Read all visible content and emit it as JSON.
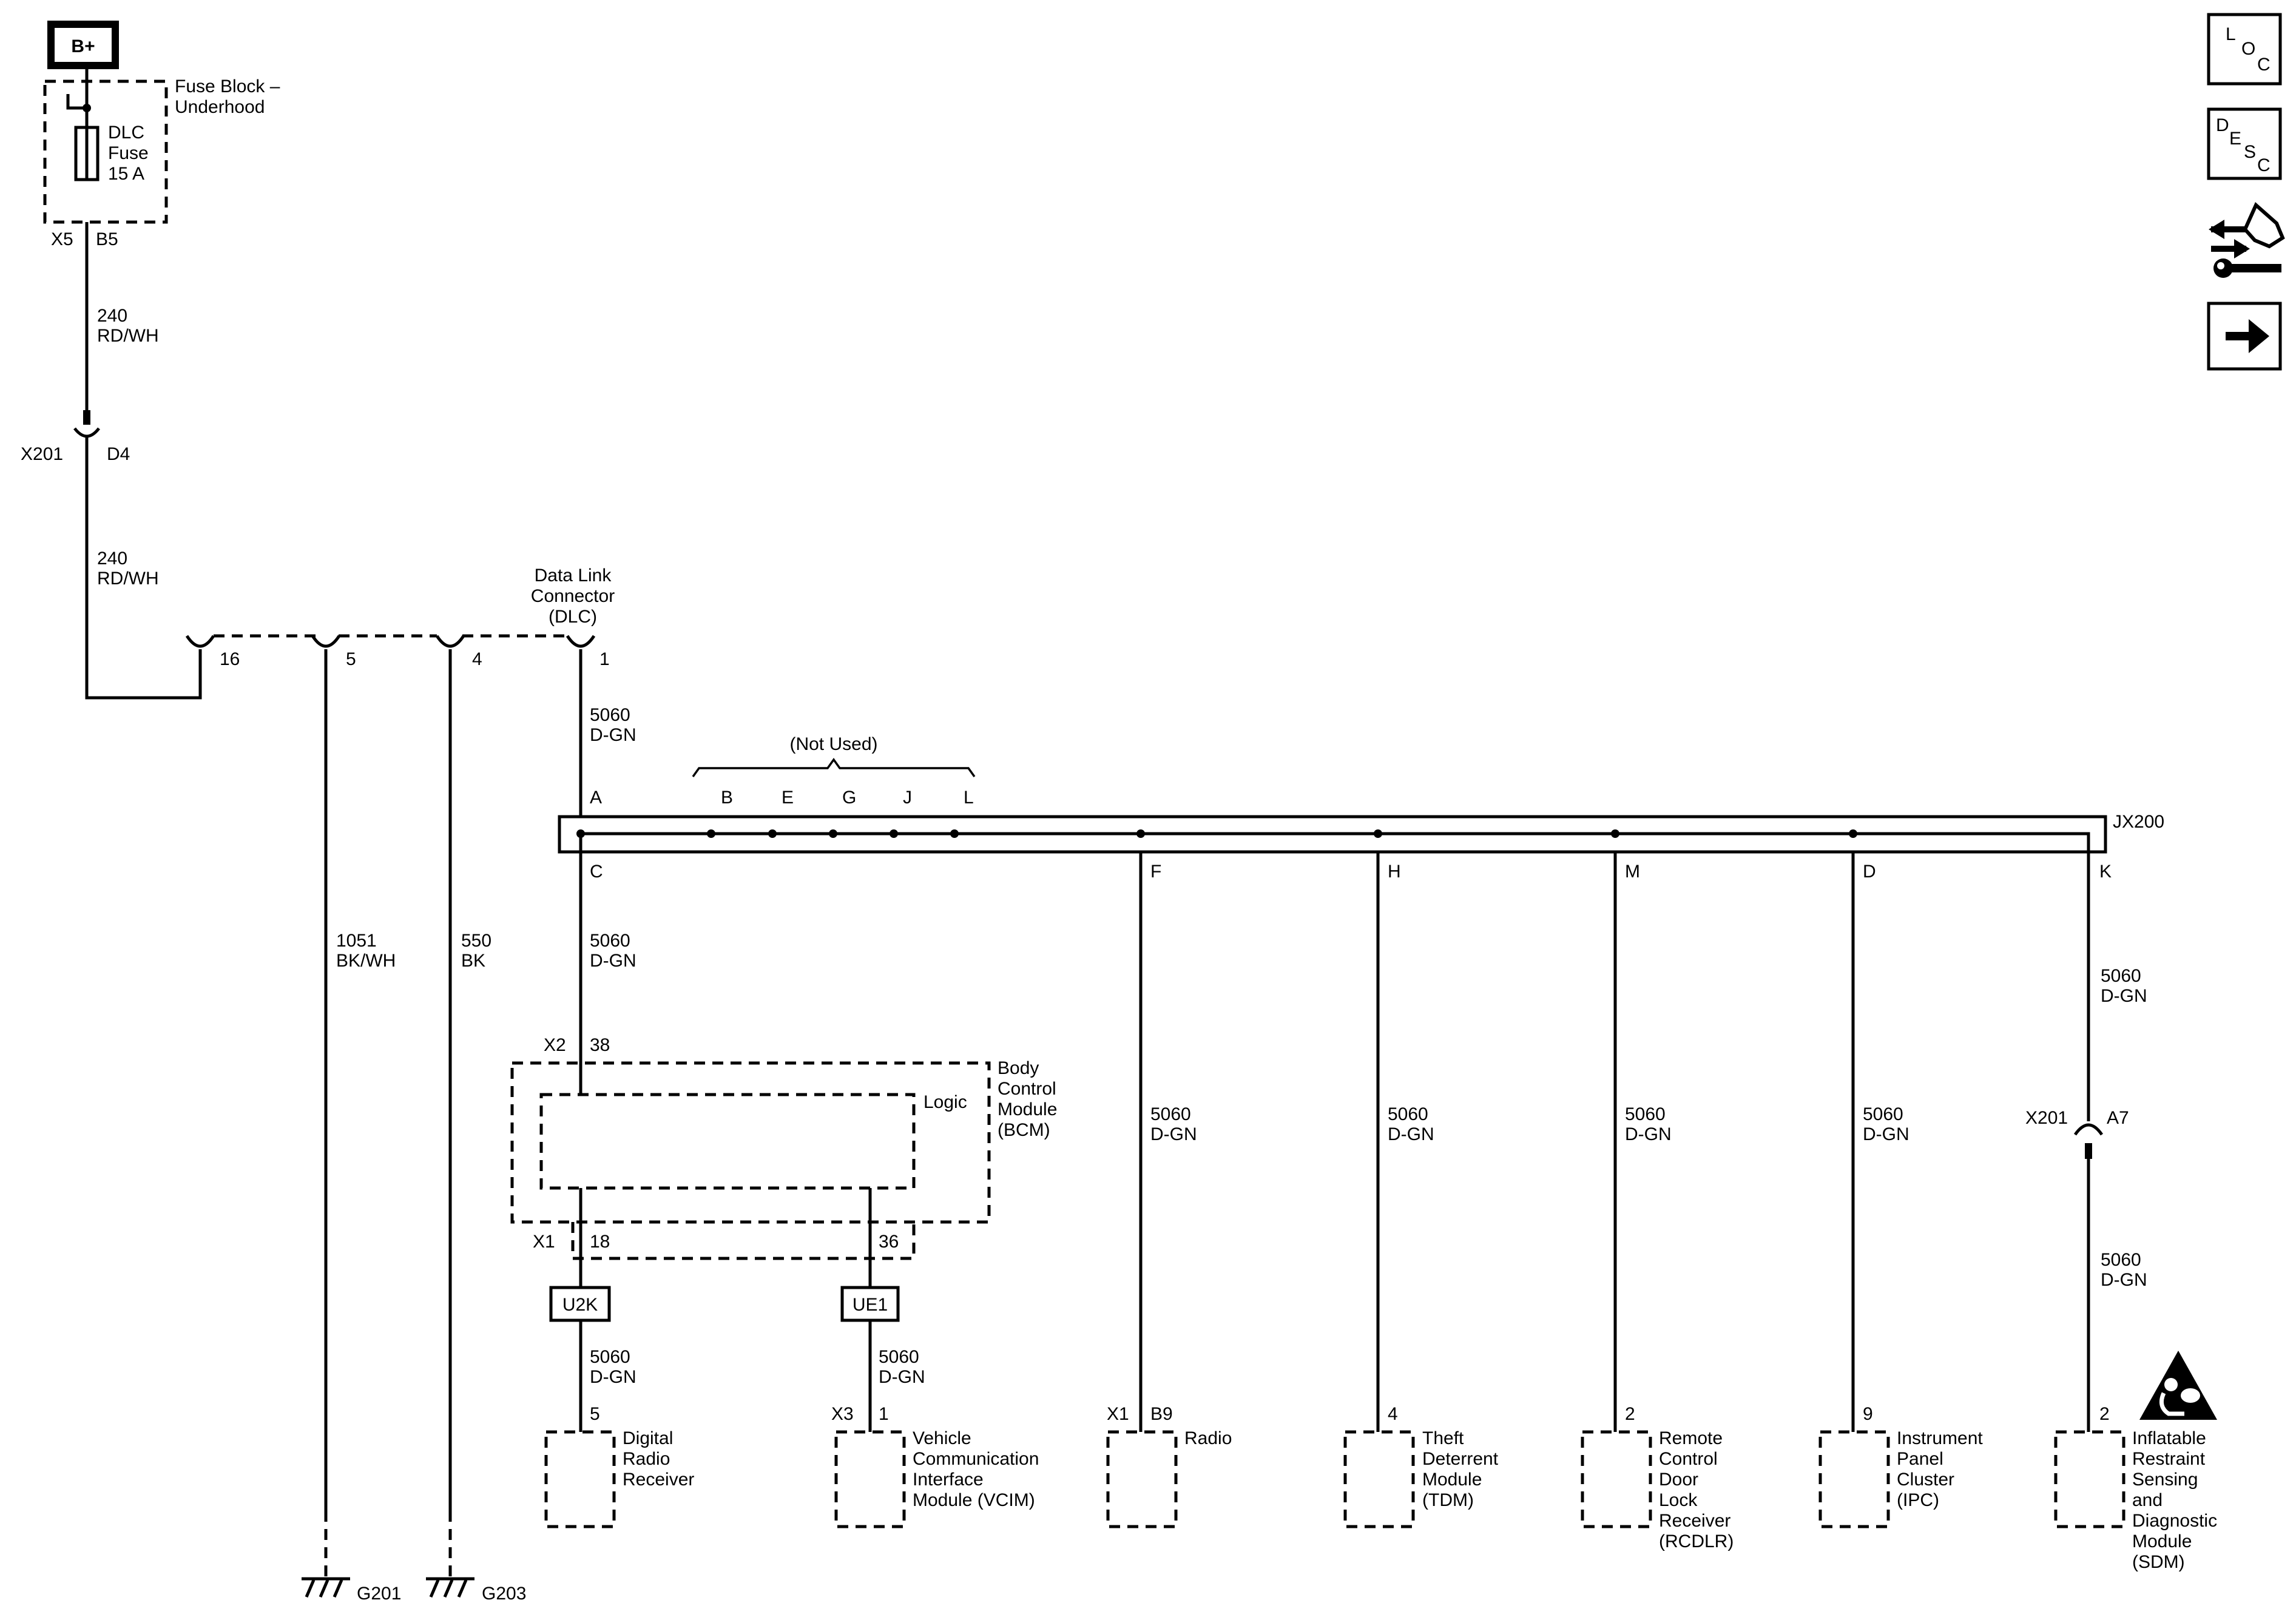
{
  "power": {
    "label": "B+"
  },
  "fuse_block": {
    "name": [
      "Fuse Block –",
      "Underhood"
    ],
    "fuse": [
      "DLC",
      "Fuse",
      "15 A"
    ],
    "conn": "X5",
    "pin": "B5"
  },
  "wire_240_top": [
    "240",
    "RD/WH"
  ],
  "x201_upper": {
    "conn": "X201",
    "pin": "D4"
  },
  "wire_240_bottom": [
    "240",
    "RD/WH"
  ],
  "dlc": {
    "name": [
      "Data Link",
      "Connector",
      "(DLC)"
    ],
    "pins": [
      "16",
      "5",
      "4",
      "1"
    ]
  },
  "wire_5060_dlc": [
    "5060",
    "D-GN"
  ],
  "not_used": "(Not Used)",
  "splice": {
    "name": "JX200",
    "top_pins": [
      "A",
      "B",
      "E",
      "G",
      "J",
      "L"
    ],
    "bottom_pins": [
      "C",
      "F",
      "H",
      "M",
      "D",
      "K"
    ]
  },
  "ground_wires": [
    {
      "number": "1051",
      "color": "BK/WH",
      "ground": "G201"
    },
    {
      "number": "550",
      "color": "BK",
      "ground": "G203"
    }
  ],
  "wire_5060_c": [
    "5060",
    "D-GN"
  ],
  "bcm": {
    "name": [
      "Body",
      "Control",
      "Module",
      "(BCM)"
    ],
    "logic": "Logic",
    "conn_in": "X2",
    "pin_in": "38",
    "conn_out": "X1",
    "pin_out_a": "18",
    "pin_out_b": "36"
  },
  "options": [
    "U2K",
    "UE1"
  ],
  "wire_5060_u2k": [
    "5060",
    "D-GN"
  ],
  "wire_5060_ue1": [
    "5060",
    "D-GN"
  ],
  "branch_wires": [
    [
      "5060",
      "D-GN"
    ],
    [
      "5060",
      "D-GN"
    ],
    [
      "5060",
      "D-GN"
    ],
    [
      "5060",
      "D-GN"
    ]
  ],
  "wire_5060_k_upper": [
    "5060",
    "D-GN"
  ],
  "x201_lower": {
    "conn": "X201",
    "pin": "A7"
  },
  "wire_5060_k_lower": [
    "5060",
    "D-GN"
  ],
  "modules": [
    {
      "pin": "5",
      "name": [
        "Digital",
        "Radio",
        "Receiver"
      ]
    },
    {
      "conn": "X3",
      "pin": "1",
      "name": [
        "Vehicle",
        "Communication",
        "Interface",
        "Module (VCIM)"
      ]
    },
    {
      "conn": "X1",
      "pin": "B9",
      "name": [
        "Radio"
      ]
    },
    {
      "pin": "4",
      "name": [
        "Theft",
        "Deterrent",
        "Module",
        "(TDM)"
      ]
    },
    {
      "pin": "2",
      "name": [
        "Remote",
        "Control",
        "Door",
        "Lock",
        "Receiver",
        "(RCDLR)"
      ]
    },
    {
      "pin": "9",
      "name": [
        "Instrument",
        "Panel",
        "Cluster",
        "(IPC)"
      ]
    },
    {
      "pin": "2",
      "name": [
        "Inflatable",
        "Restraint",
        "Sensing",
        "and",
        "Diagnostic",
        "Module",
        "(SDM)"
      ]
    }
  ],
  "side_icons": [
    {
      "icon": "loc-icon",
      "letters": [
        "L",
        "O",
        "C"
      ]
    },
    {
      "icon": "desc-icon",
      "letters": [
        "D",
        "E",
        "S",
        "C"
      ]
    },
    {
      "icon": "connector-repair-icon"
    },
    {
      "icon": "next-arrow-icon"
    }
  ],
  "colors": {
    "ink": "#000000",
    "background": "#ffffff"
  }
}
